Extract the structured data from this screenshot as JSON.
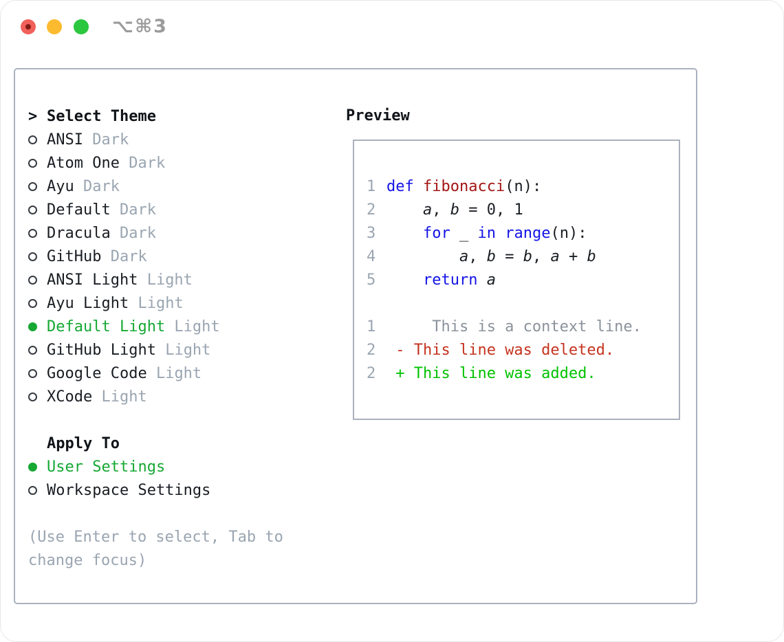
{
  "window": {
    "title": "⌥⌘3",
    "traffic_lights": [
      "close",
      "minimize",
      "zoom"
    ]
  },
  "colors": {
    "accent_green": "#16a833",
    "keyword_blue": "#1414e6",
    "function_red": "#a31515",
    "deleted_red": "#c5331f",
    "added_green": "#00c200",
    "muted_gray": "#9aa5b1",
    "context_gray": "#8b929c",
    "panel_border": "#a9b1bd",
    "title_gray": "#9b9b9b"
  },
  "theme_selector": {
    "rows": [
      {
        "type": "header",
        "marker": ">",
        "text": "Select Theme"
      },
      {
        "type": "theme",
        "name": "ANSI",
        "variant": "Dark",
        "selected": false
      },
      {
        "type": "theme",
        "name": "Atom One",
        "variant": "Dark",
        "selected": false
      },
      {
        "type": "theme",
        "name": "Ayu",
        "variant": "Dark",
        "selected": false
      },
      {
        "type": "theme",
        "name": "Default",
        "variant": "Dark",
        "selected": false
      },
      {
        "type": "theme",
        "name": "Dracula",
        "variant": "Dark",
        "selected": false
      },
      {
        "type": "theme",
        "name": "GitHub",
        "variant": "Dark",
        "selected": false
      },
      {
        "type": "theme",
        "name": "ANSI Light",
        "variant": "Light",
        "selected": false
      },
      {
        "type": "theme",
        "name": "Ayu Light",
        "variant": "Light",
        "selected": false
      },
      {
        "type": "theme",
        "name": "Default Light",
        "variant": "Light",
        "selected": true
      },
      {
        "type": "theme",
        "name": "GitHub Light",
        "variant": "Light",
        "selected": false
      },
      {
        "type": "theme",
        "name": "Google Code",
        "variant": "Light",
        "selected": false
      },
      {
        "type": "theme",
        "name": "XCode",
        "variant": "Light",
        "selected": false
      },
      {
        "type": "blank"
      },
      {
        "type": "subheader",
        "text": "Apply To"
      },
      {
        "type": "option",
        "name": "User Settings",
        "selected": true
      },
      {
        "type": "option",
        "name": "Workspace Settings",
        "selected": false
      },
      {
        "type": "blank"
      },
      {
        "type": "hint",
        "text": "(Use Enter to select, Tab to"
      },
      {
        "type": "hint",
        "text": "change focus)"
      }
    ]
  },
  "preview": {
    "title": "Preview",
    "lines": [
      {
        "kind": "code",
        "num": "1",
        "tokens": [
          {
            "t": "def",
            "c": "kw"
          },
          {
            "t": " "
          },
          {
            "t": "fibonacci",
            "c": "fn"
          },
          {
            "t": "(n):"
          }
        ]
      },
      {
        "kind": "code",
        "num": "2",
        "tokens": [
          {
            "t": "    "
          },
          {
            "t": "a",
            "c": "var"
          },
          {
            "t": ", "
          },
          {
            "t": "b",
            "c": "var"
          },
          {
            "t": " = 0, 1"
          }
        ]
      },
      {
        "kind": "code",
        "num": "3",
        "tokens": [
          {
            "t": "    "
          },
          {
            "t": "for",
            "c": "kw"
          },
          {
            "t": " _ "
          },
          {
            "t": "in",
            "c": "kw"
          },
          {
            "t": " "
          },
          {
            "t": "range",
            "c": "kw"
          },
          {
            "t": "(n):"
          }
        ]
      },
      {
        "kind": "code",
        "num": "4",
        "tokens": [
          {
            "t": "        "
          },
          {
            "t": "a",
            "c": "var"
          },
          {
            "t": ", "
          },
          {
            "t": "b",
            "c": "var"
          },
          {
            "t": " = "
          },
          {
            "t": "b",
            "c": "var"
          },
          {
            "t": ", "
          },
          {
            "t": "a",
            "c": "var"
          },
          {
            "t": " + "
          },
          {
            "t": "b",
            "c": "var"
          }
        ]
      },
      {
        "kind": "code",
        "num": "5",
        "tokens": [
          {
            "t": "    "
          },
          {
            "t": "return",
            "c": "kw"
          },
          {
            "t": " "
          },
          {
            "t": "a",
            "c": "var"
          }
        ]
      },
      {
        "kind": "blank"
      },
      {
        "kind": "diff",
        "num": "1",
        "cls": "ctx",
        "text": "     This is a context line."
      },
      {
        "kind": "diff",
        "num": "2",
        "cls": "del",
        "text": " - This line was deleted."
      },
      {
        "kind": "diff",
        "num": "2",
        "cls": "add",
        "text": " + This line was added."
      }
    ]
  }
}
